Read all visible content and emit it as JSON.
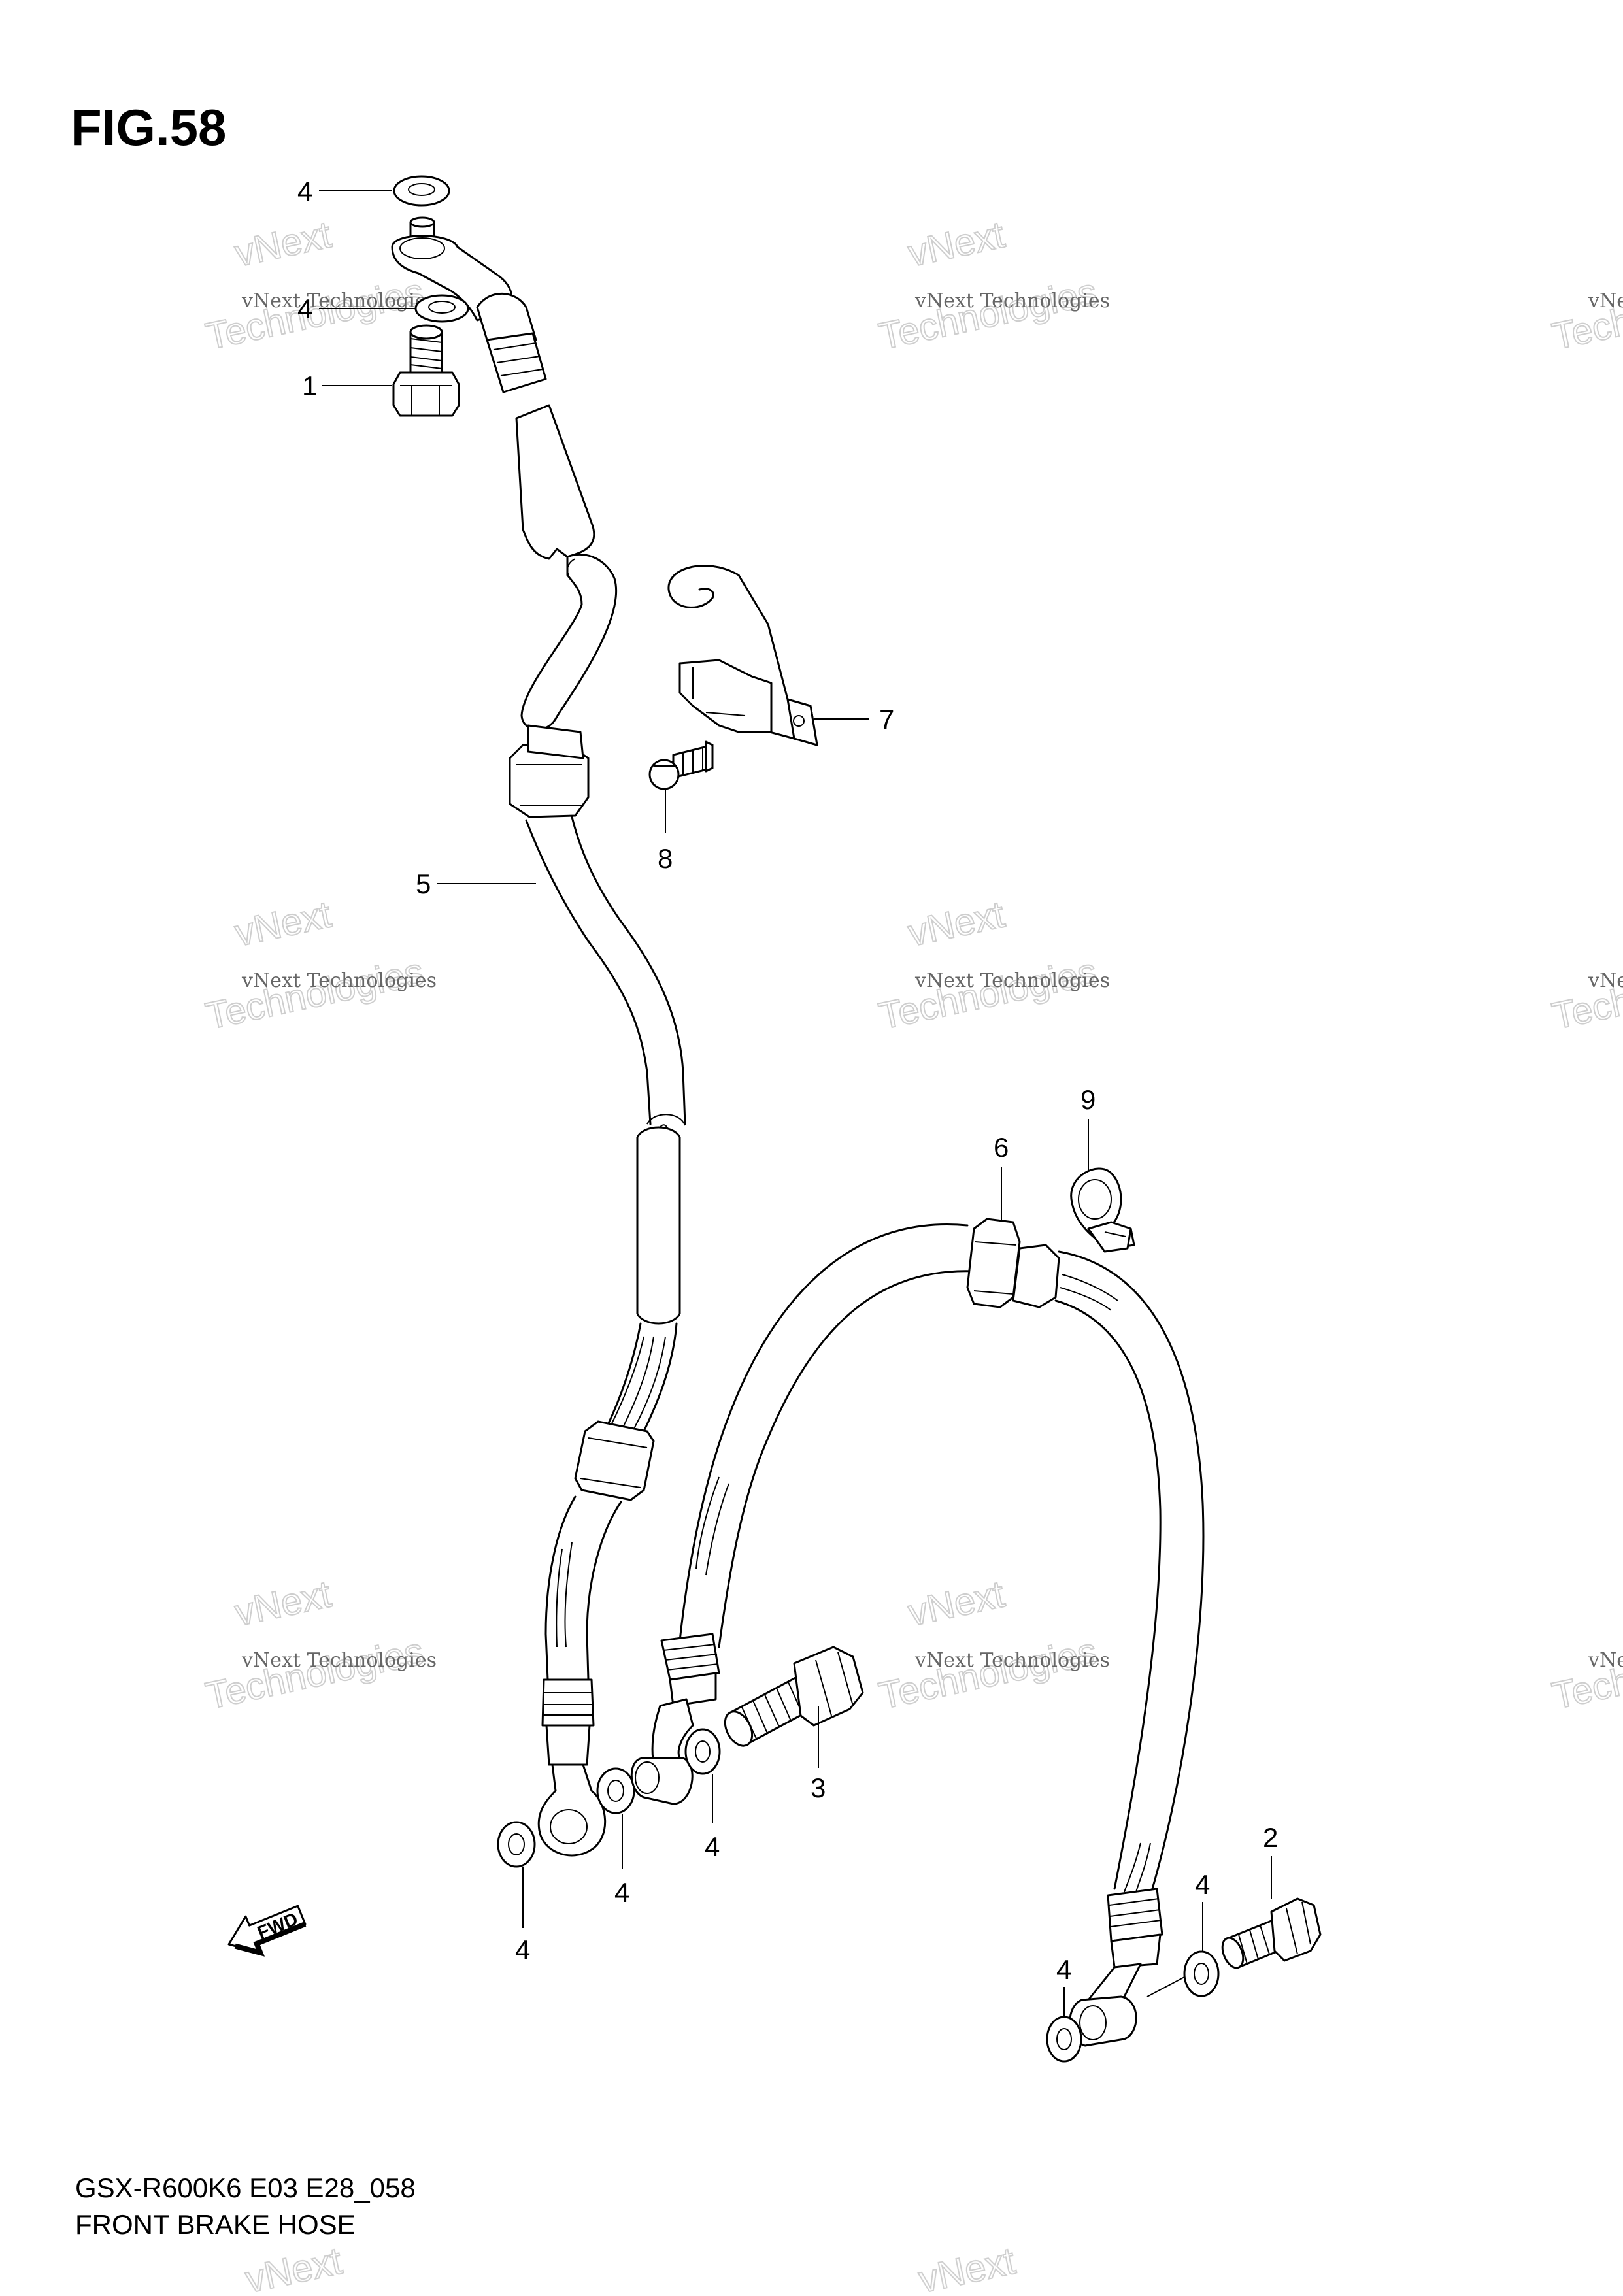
{
  "figure": {
    "title": "FIG.58",
    "model_code": "GSX-R600K6 E03 E28_058",
    "caption": "FRONT BRAKE HOSE"
  },
  "watermark": {
    "line1": "vNext Technologies",
    "line2": "vNext",
    "line3": "Technologies"
  },
  "callouts": [
    "4",
    "4",
    "1",
    "7",
    "8",
    "5",
    "9",
    "6",
    "3",
    "4",
    "4",
    "4",
    "2",
    "4",
    "4"
  ],
  "direction_arrow": {
    "label": "FWD",
    "icon": "arrow-left-icon"
  }
}
